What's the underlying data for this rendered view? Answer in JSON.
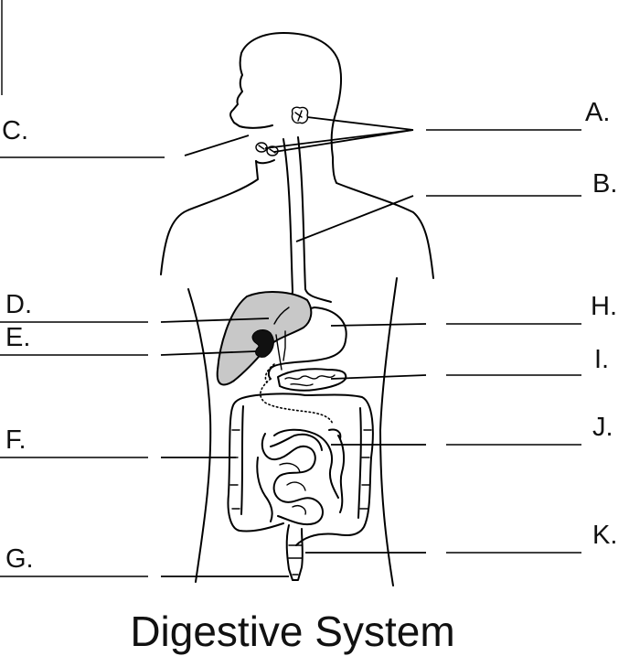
{
  "title": "Digestive System",
  "labels": {
    "A": "A.",
    "B": "B.",
    "C": "C.",
    "D": "D.",
    "E": "E.",
    "F": "F.",
    "G": "G.",
    "H": "H.",
    "I": "I.",
    "J": "J.",
    "K": "K."
  },
  "colors": {
    "organ_fill": "#c8c8c8",
    "ink": "#000000",
    "background": "#ffffff"
  }
}
